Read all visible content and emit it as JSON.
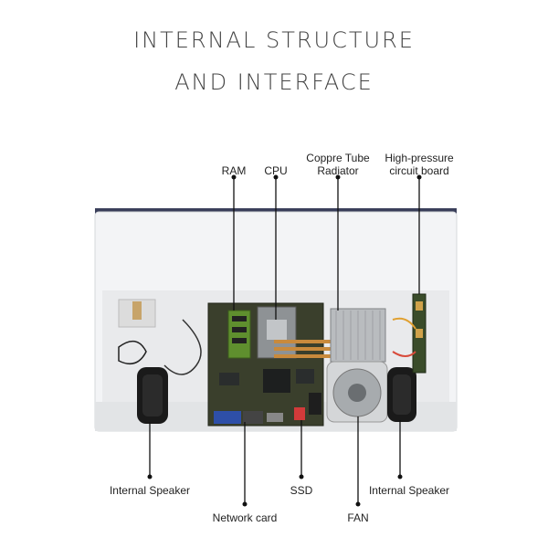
{
  "title": {
    "line1": "INTERNAL STRUCTURE",
    "line2": "AND INTERFACE"
  },
  "labels": {
    "ram": "RAM",
    "cpu": "CPU",
    "radiator_line1": "Coppre Tube",
    "radiator_line2": "Radiator",
    "hp_board_line1": "High-pressure",
    "hp_board_line2": "circuit board",
    "speaker_left": "Internal Speaker",
    "network_card": "Network card",
    "ssd": "SSD",
    "fan": "FAN",
    "speaker_right": "Internal Speaker"
  },
  "colors": {
    "pcb": "#3a3f2c",
    "heatsink": "#b9bcbf",
    "copper": "#c98a3c",
    "ram_green": "#5f8f2e",
    "frame": "#eef0f2",
    "leader": "#111111"
  }
}
